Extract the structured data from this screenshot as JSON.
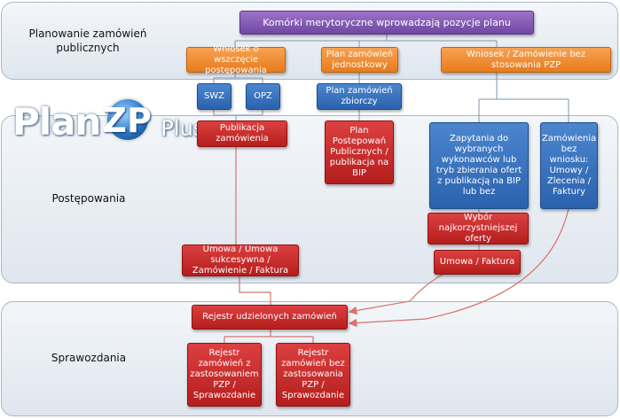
{
  "bands": {
    "planning": "Planowanie zamówień publicznych",
    "procedures": "Postępowania",
    "reporting": "Sprawozdania"
  },
  "logo": {
    "plan": "Plan",
    "zp": "ZP",
    "plus": "Plus"
  },
  "nodes": {
    "units": "Komórki merytoryczne wprowadzają pozycje planu",
    "request_start": "Wniosek o wszczęcie postępowania",
    "unit_plan": "Plan zamówień jednostkowy",
    "request_no_pzp": "Wniosek / Zamówienie bez stosowania PZP",
    "swz": "SWZ",
    "opz": "OPZ",
    "summary_plan": "Plan zamówień zbiorczy",
    "publication": "Publikacja zamówienia",
    "public_plan": "Plan Postepowań Publicznych / publikacja na BIP",
    "inquiry": "Zapytania do wybranych wykonawców lub tryb zbierania ofert z publikacją na BIP lub bez",
    "orders_no_request": "Zamówienia bez wniosku: Umowy / Zlecenia / Faktury",
    "best_offer": "Wybór najkorzystniejszej oferty",
    "contract_invoice": "Umowa / Faktura",
    "contract_sequence": "Umowa / Umowa sukcesywna / Zamówienie / Faktura",
    "registry": "Rejestr udzielonych zamówień",
    "registry_pzp": "Rejestr zamówień z zastosowaniem PZP / Sprawozdanie",
    "registry_no_pzp": "Rejestr zamówień bez zastosowania PZP / Sprawozdanie"
  },
  "colors": {
    "purple": "#7b52ab",
    "orange": "#f08c33",
    "blue": "#3570bd",
    "red": "#c62828",
    "connector": "#7d95ad",
    "arrow": "#d9736a"
  }
}
